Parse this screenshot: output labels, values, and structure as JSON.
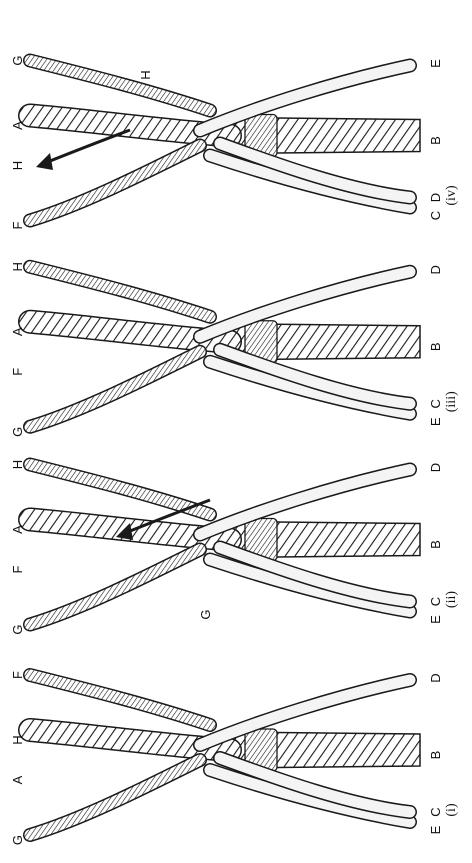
{
  "panels": [
    {
      "id": "i",
      "caption": "(i)",
      "labels": {
        "top": [
          "G",
          "A",
          "H",
          "F"
        ],
        "bottom": [
          "E",
          "C",
          "B",
          "D"
        ]
      }
    },
    {
      "id": "ii",
      "caption": "(ii)",
      "labels": {
        "top": [
          "G",
          "F",
          "A",
          "H"
        ],
        "bottom": [
          "E",
          "C",
          "B",
          "D"
        ],
        "inner": [
          "G"
        ]
      }
    },
    {
      "id": "iii",
      "caption": "(iii)",
      "labels": {
        "top": [
          "G",
          "F",
          "A",
          "H"
        ],
        "bottom": [
          "E",
          "C",
          "B",
          "D"
        ]
      }
    },
    {
      "id": "iv",
      "caption": "(iv)",
      "labels": {
        "top": [
          "F",
          "H",
          "A",
          "G"
        ],
        "bottom": [
          "C",
          "D",
          "B",
          "E"
        ],
        "inner": [
          "H"
        ]
      }
    }
  ],
  "colors": {
    "ink": "#1a1a1a",
    "light_strand": "#f4f4f4",
    "paper": "#ffffff"
  }
}
